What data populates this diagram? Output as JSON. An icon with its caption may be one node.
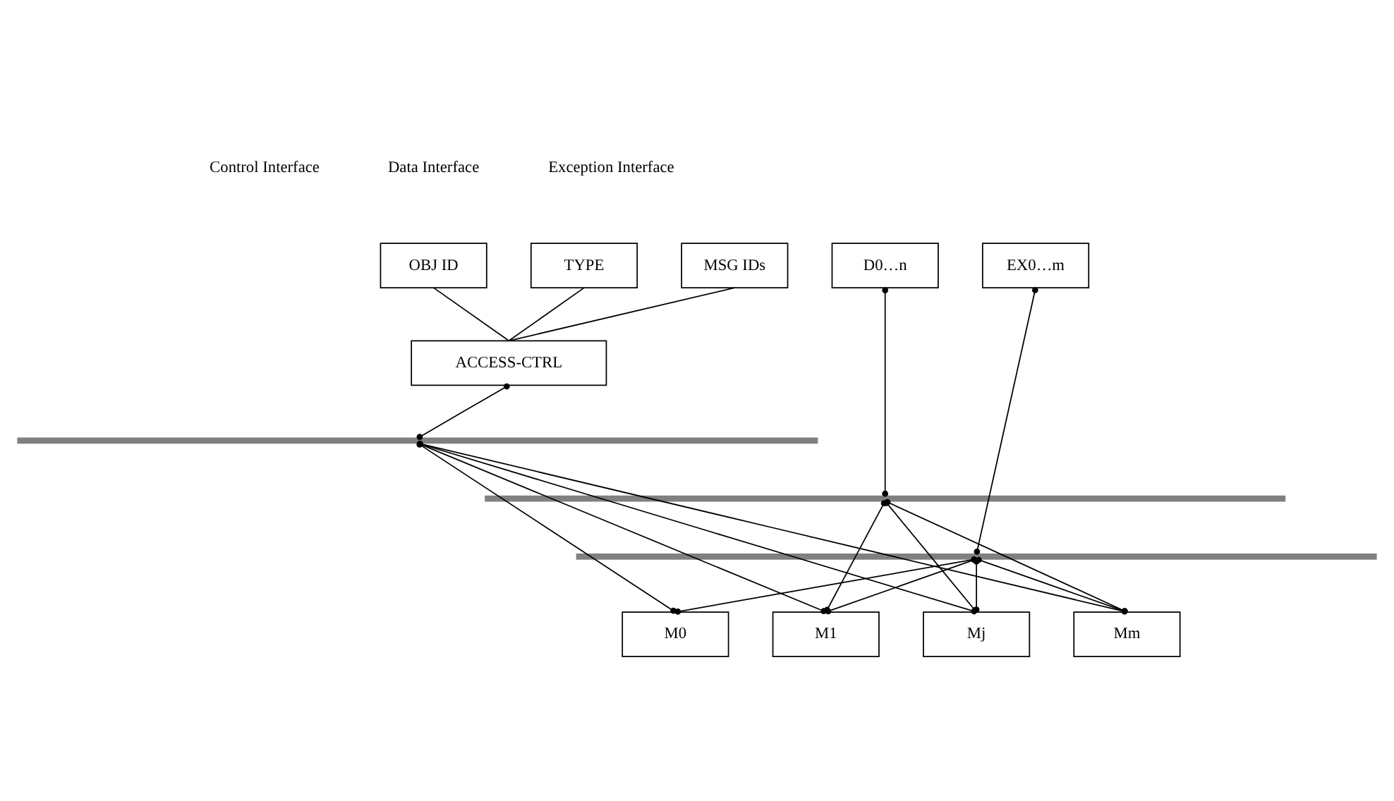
{
  "diagram": {
    "nodes": [
      {
        "text": [
          "OBJ ID"
        ]
      },
      {
        "text": [
          "TYPE"
        ]
      },
      {
        "text": [
          "MSG IDs"
        ]
      },
      {
        "text": [
          "ACCESS-CTRL"
        ]
      },
      {
        "text": [
          "D0…n"
        ]
      },
      {
        "text": [
          "EX0…m"
        ]
      },
      {
        "text": [],
        "shape": "bar"
      },
      {
        "text": [],
        "shape": "bar"
      },
      {
        "text": [],
        "shape": "bar"
      },
      {
        "text": [
          "M0"
        ]
      },
      {
        "text": [
          "M1"
        ]
      },
      {
        "text": [
          "Mj"
        ]
      },
      {
        "text": [
          "Mm"
        ]
      }
    ],
    "edges": [
      {
        "from": 0,
        "to": 3,
        "arrow": "none"
      },
      {
        "from": 1,
        "to": 3,
        "arrow": "none"
      },
      {
        "from": 2,
        "to": 3,
        "arrow": "none"
      },
      {
        "from": 3,
        "to": 6,
        "arrow": "other"
      },
      {
        "from": 4,
        "to": 7,
        "arrow": "other"
      },
      {
        "from": 5,
        "to": 8,
        "arrow": "other"
      },
      {
        "from": 6,
        "to": 9,
        "arrow": "other"
      },
      {
        "from": 8,
        "to": 9,
        "arrow": "other"
      },
      {
        "from": 6,
        "to": 10,
        "arrow": "other"
      },
      {
        "from": 8,
        "to": 10,
        "arrow": "other"
      },
      {
        "from": 7,
        "to": 10,
        "arrow": "other"
      },
      {
        "from": 6,
        "to": 11,
        "arrow": "other"
      },
      {
        "from": 8,
        "to": 11,
        "arrow": "other"
      },
      {
        "from": 7,
        "to": 11,
        "arrow": "other"
      },
      {
        "from": 6,
        "to": 12,
        "arrow": "other"
      },
      {
        "from": 8,
        "to": 12,
        "arrow": "other"
      },
      {
        "from": 7,
        "to": 12,
        "arrow": "other"
      }
    ],
    "labels": [
      "Control Interface",
      "Data Interface",
      "Exception Interface"
    ]
  }
}
